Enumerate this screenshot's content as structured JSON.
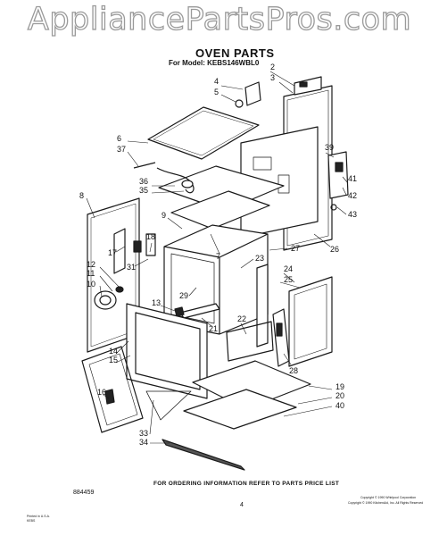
{
  "watermark": "AppliancePartsPros.com",
  "title": "OVEN PARTS",
  "subtitle": "For Model: KEBS146WBL0",
  "footer_note": "FOR ORDERING INFORMATION REFER TO PARTS PRICE LIST",
  "page_number": "4",
  "figure_ref": "884459",
  "copyright_line1": "Copyright © 1990 Whirlpool Corporation",
  "copyright_line2": "Copyright © 1990 KitchenAid, Inc. All Rights Reserved",
  "printed_line1": "Printed in U.S.A.",
  "printed_line2": "KEBS",
  "part_labels": [
    "2",
    "3",
    "4",
    "5",
    "6",
    "37",
    "39",
    "36",
    "35",
    "8",
    "41",
    "42",
    "43",
    "9",
    "26",
    "27",
    "7",
    "17",
    "18",
    "31",
    "12",
    "11",
    "10",
    "23",
    "24",
    "25",
    "29",
    "13",
    "22",
    "21",
    "14",
    "15",
    "16",
    "28",
    "19",
    "20",
    "40",
    "33",
    "34"
  ]
}
